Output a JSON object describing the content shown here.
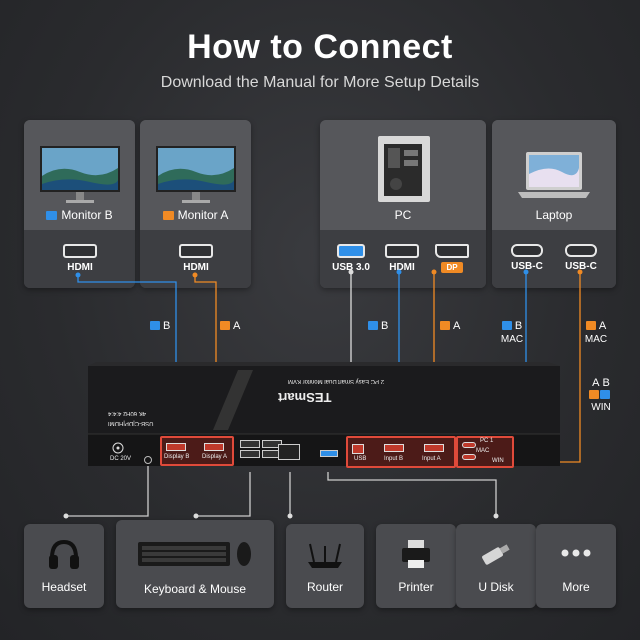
{
  "header": {
    "title": "How to Connect",
    "subtitle": "Download the Manual for More Setup Details"
  },
  "colors": {
    "blue": "#2f8fe8",
    "orange": "#f08a24",
    "red_highlight": "#e04a3a",
    "card": "#4a4b4f"
  },
  "monitor_b": {
    "label": "Monitor B",
    "port": "HDMI",
    "icon": "monitor-icon"
  },
  "monitor_a": {
    "label": "Monitor A",
    "port": "HDMI",
    "icon": "monitor-icon"
  },
  "pc": {
    "label": "PC",
    "ports": [
      "USB 3.0",
      "HDMI",
      "DP"
    ],
    "icon": "desktop-tower-icon"
  },
  "laptop": {
    "label": "Laptop",
    "ports": [
      "USB-C",
      "USB-C"
    ],
    "icon": "laptop-icon"
  },
  "wire_tags": {
    "b1": "B",
    "a1": "A",
    "b2": "B",
    "a2": "A",
    "b_mac": "B",
    "b_mac_sub": "MAC",
    "a_mac": "A",
    "a_mac_sub": "MAC",
    "ab_win_a": "A",
    "ab_win_b": "B",
    "ab_win_sub": "WIN"
  },
  "kvm": {
    "brand": "TESmart",
    "model": "Dual Monitor KVM",
    "sub": "2 PC Easy Smart",
    "side": "USB-C|DP|HDMI",
    "res": "4K 60Hz 4:4:4",
    "dc": "DC 20V",
    "port_display_b": "Display B",
    "port_display_a": "Display A",
    "port_usb": "USB",
    "port_input_b": "Input B",
    "port_input_a": "Input A",
    "port_pc1": "PC 1",
    "port_mac": "MAC",
    "port_win": "WIN"
  },
  "peripherals": [
    {
      "label": "Headset",
      "icon": "headset-icon"
    },
    {
      "label": "Keyboard & Mouse",
      "icon": "keyboard-mouse-icon"
    },
    {
      "label": "Router",
      "icon": "router-icon"
    },
    {
      "label": "Printer",
      "icon": "printer-icon"
    },
    {
      "label": "U Disk",
      "icon": "usb-drive-icon"
    },
    {
      "label": "More",
      "icon": "more-dots-icon"
    }
  ]
}
